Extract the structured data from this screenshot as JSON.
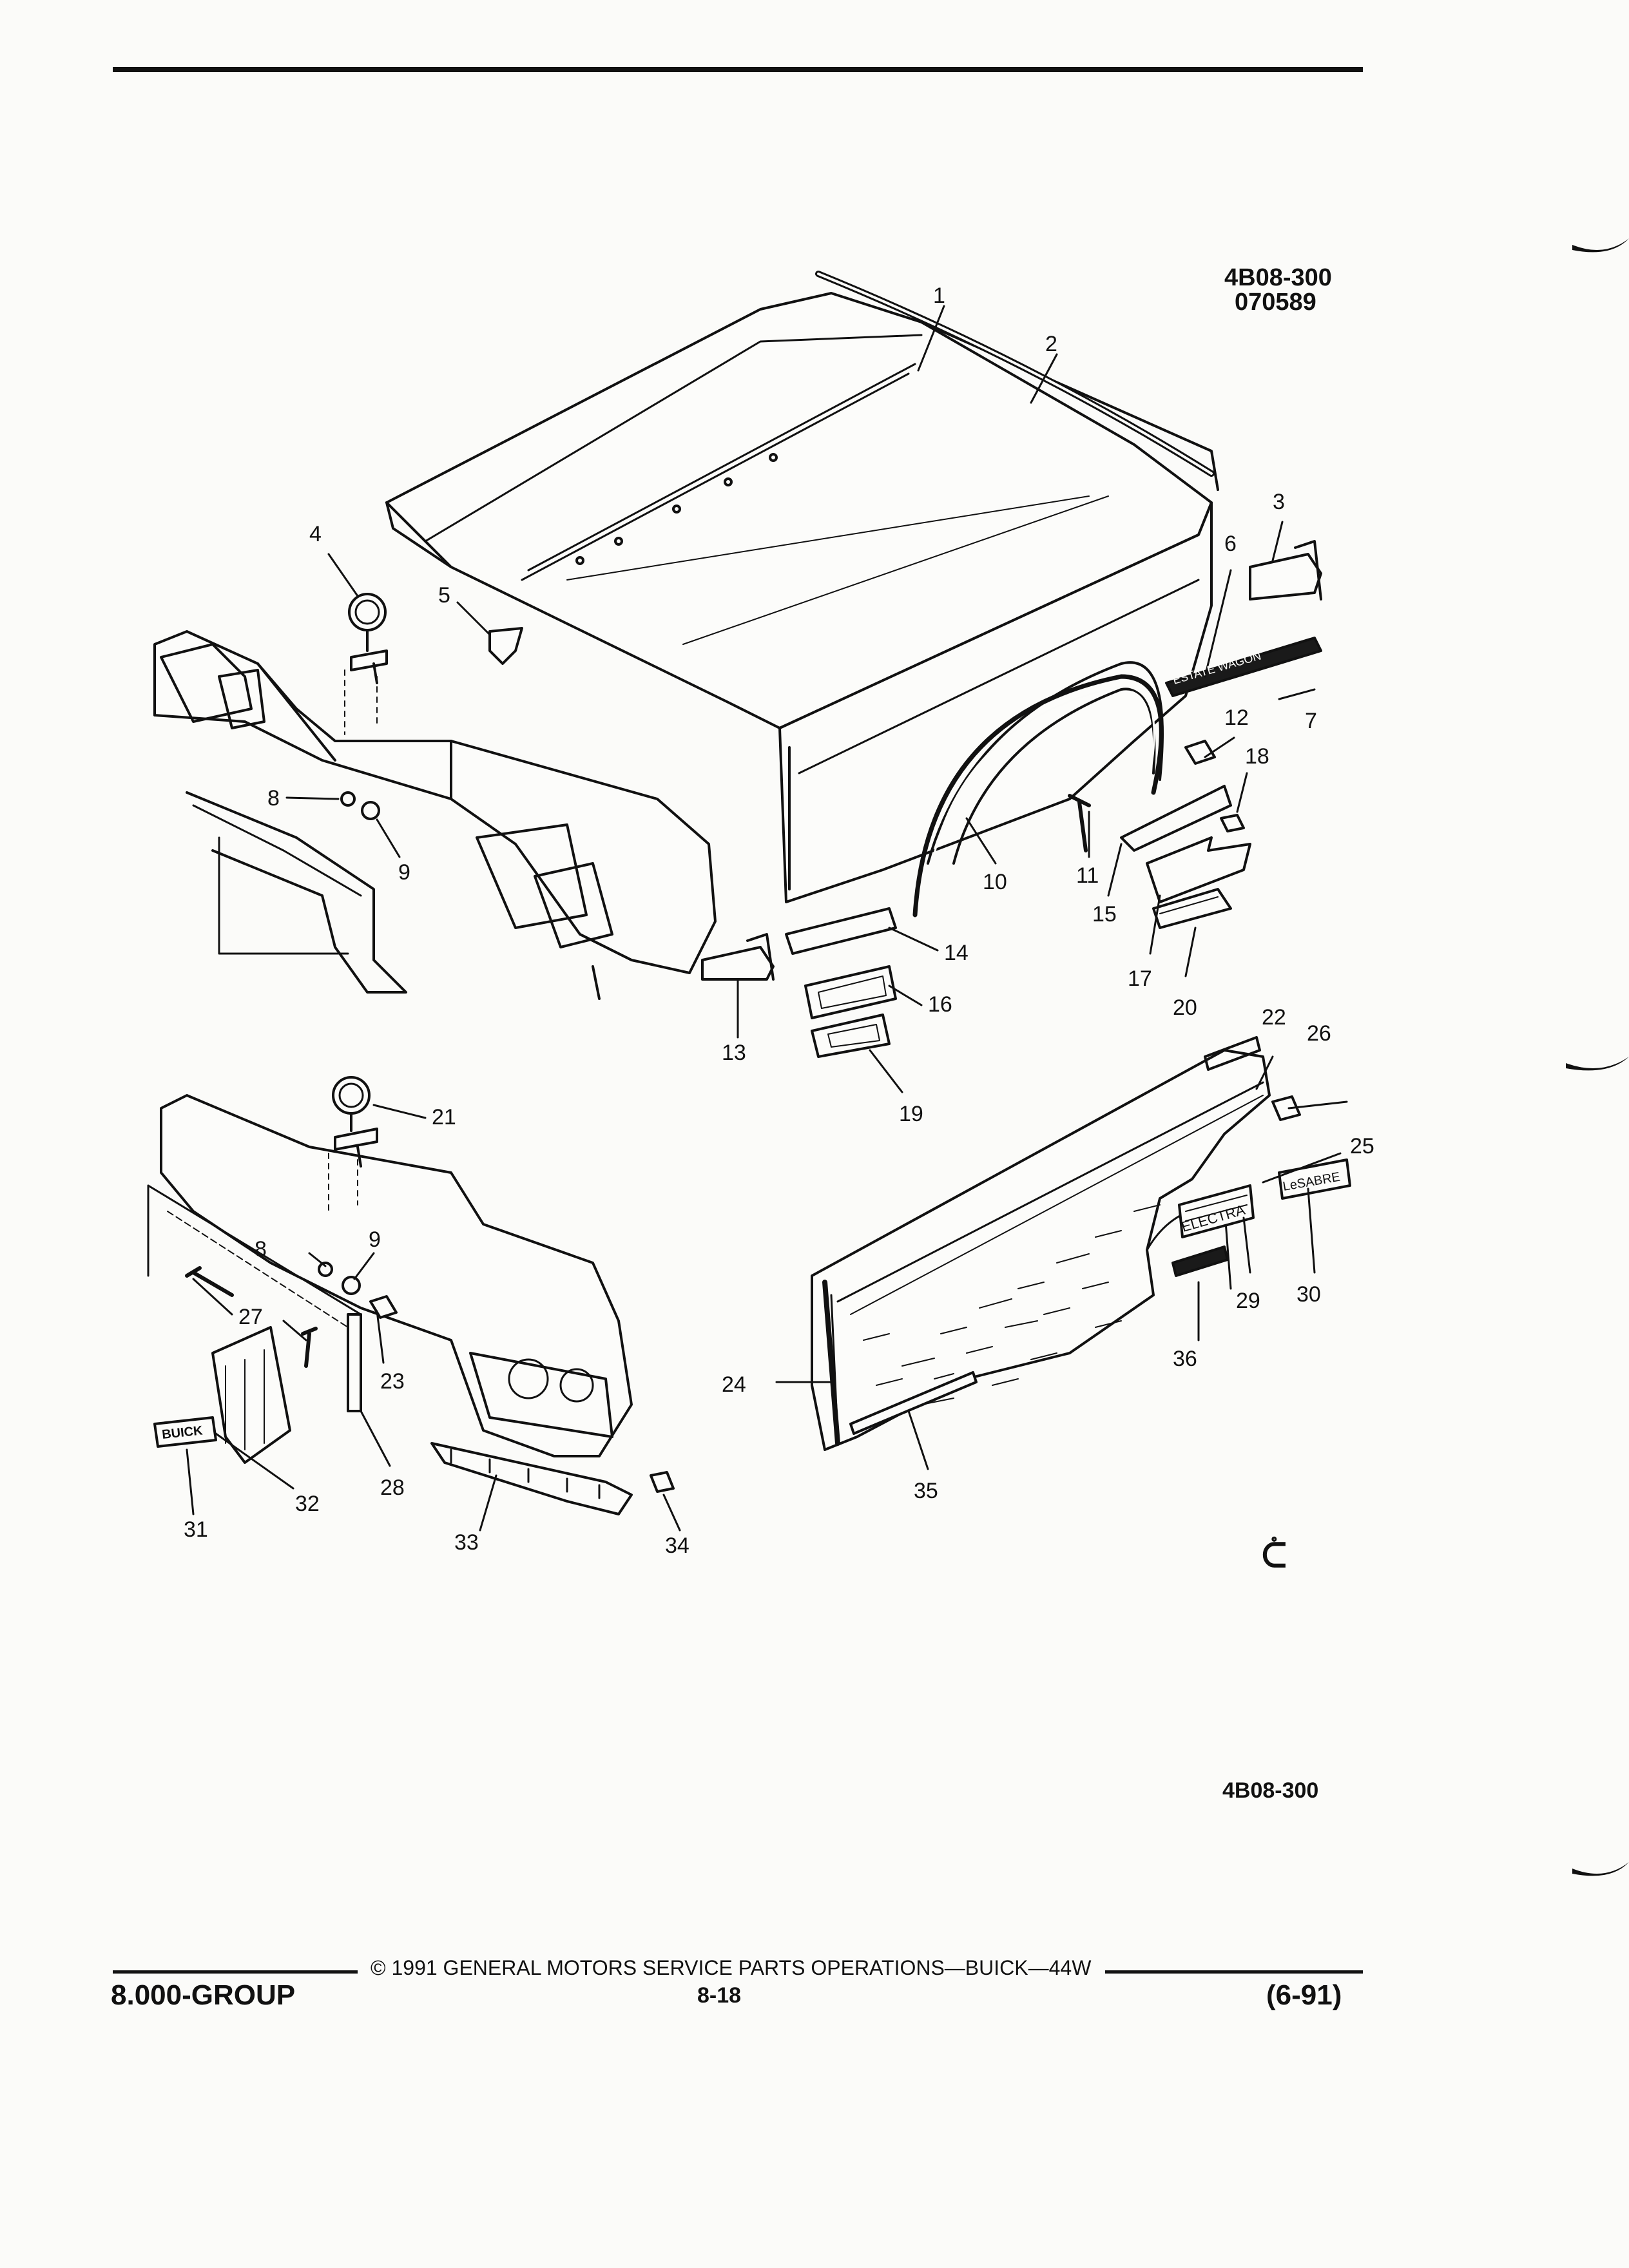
{
  "header": {
    "ref_code": "4B08-300",
    "date_code": "070589"
  },
  "callouts": [
    "1",
    "2",
    "3",
    "4",
    "5",
    "6",
    "7",
    "8",
    "9",
    "10",
    "11",
    "12",
    "13",
    "14",
    "15",
    "16",
    "17",
    "18",
    "19",
    "20",
    "21",
    "22",
    "23",
    "24",
    "25",
    "26",
    "27",
    "8",
    "9",
    "28",
    "29",
    "30",
    "31",
    "32",
    "33",
    "34",
    "35",
    "36"
  ],
  "badges": {
    "wagon_script": "ESTATE WAGON",
    "buick_plate": "BUICK",
    "electra": "ELECTRA",
    "lesabre": "LeSABRE"
  },
  "service_mark": "ᢷ",
  "figure_ref": "4B08-300",
  "footer": {
    "copyright": "© 1991 GENERAL MOTORS SERVICE PARTS OPERATIONS—BUICK—44W",
    "group": "8.000-GROUP",
    "page": "8-18",
    "date": "(6-91)"
  }
}
